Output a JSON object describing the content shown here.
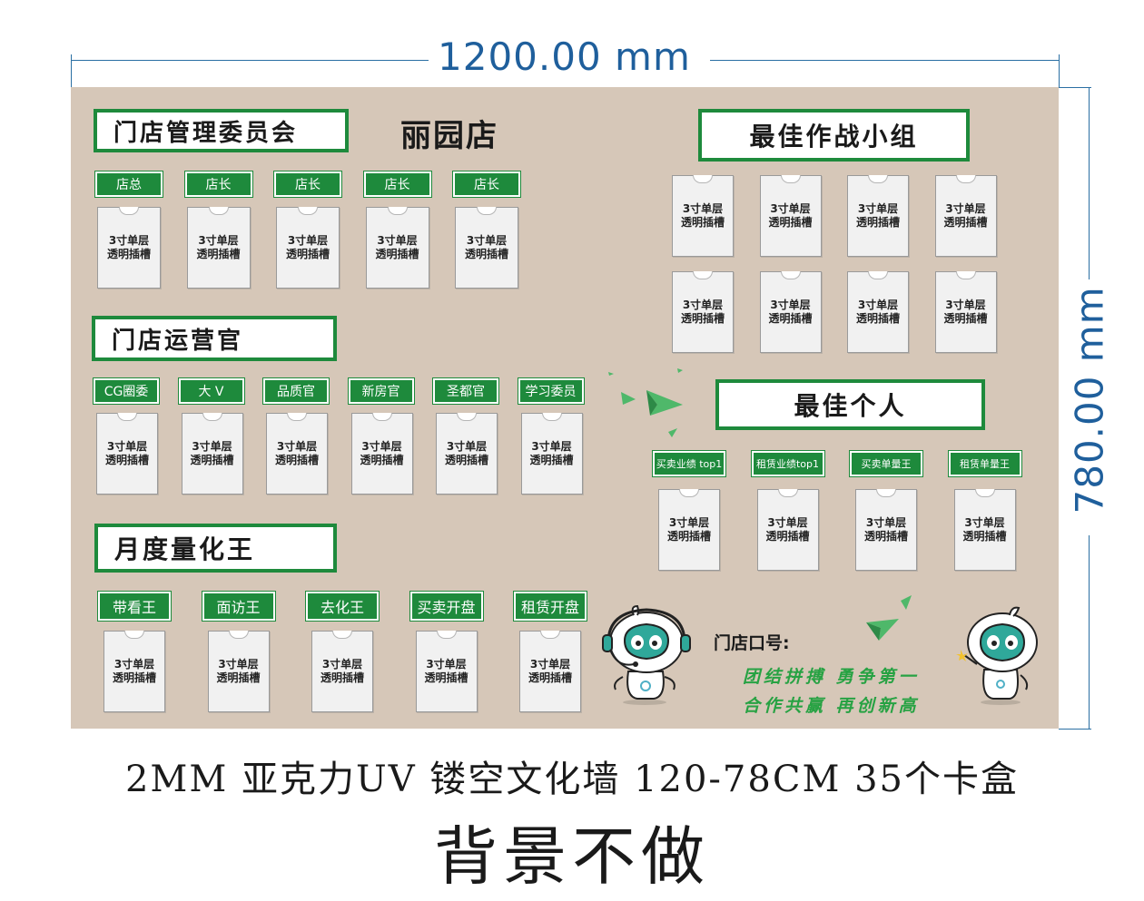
{
  "dimensions": {
    "width_label": "1200.00 mm",
    "height_label": "780.00 mm"
  },
  "store_name": "丽园店",
  "sections": {
    "committee": "门店管理委员会",
    "operations": "门店运营官",
    "monthly": "月度量化王",
    "best_team": "最佳作战小组",
    "best_person": "最佳个人"
  },
  "slot_text": {
    "line1": "3寸单层",
    "line2": "透明插槽"
  },
  "committee_labels": [
    "店总",
    "店长",
    "店长",
    "店长",
    "店长"
  ],
  "operations_labels": [
    "CG圈委",
    "大 V",
    "品质官",
    "新房官",
    "圣都官",
    "学习委员"
  ],
  "monthly_labels": [
    "带看王",
    "面访王",
    "去化王",
    "买卖开盘",
    "租赁开盘"
  ],
  "best_person_labels": [
    "买卖业绩 top1",
    "租赁业绩top1",
    "买卖单量王",
    "租赁单量王"
  ],
  "slogan": {
    "title": "门店口号:",
    "line1": "团结拼搏 勇争第一",
    "line2": "合作共赢 再创新高"
  },
  "footer": {
    "spec": "2MM 亚克力UV 镂空文化墙 120-78CM 35个卡盒",
    "note": "背景不做"
  },
  "colors": {
    "board": "#d6c7b8",
    "green": "#1e8a3c",
    "slogan_green": "#27a243",
    "dimension_blue": "#1f5f9c"
  }
}
